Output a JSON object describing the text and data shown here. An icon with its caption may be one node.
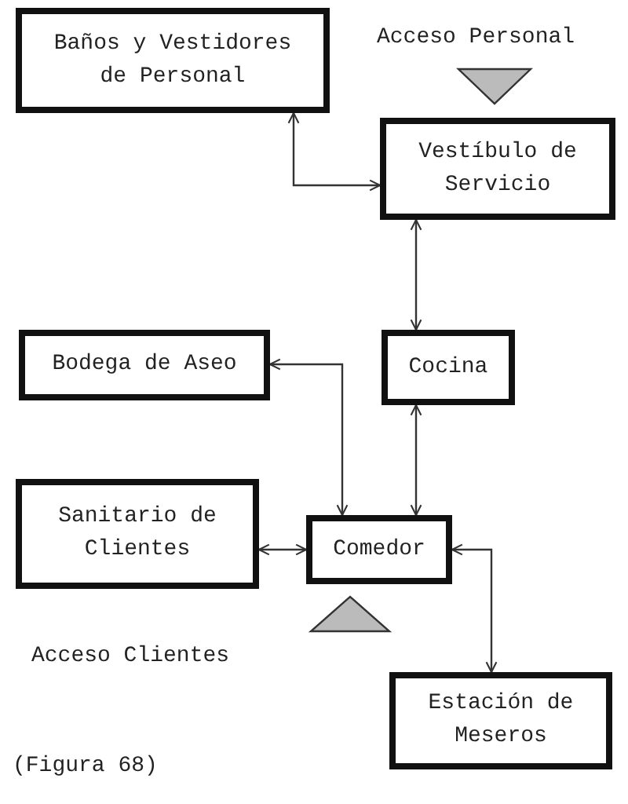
{
  "diagram": {
    "caption": "(Figura 68)",
    "nodes": [
      {
        "text": [
          "Baños y Vestidores de Personal"
        ]
      },
      {
        "text": [
          "Vestíbulo de Servicio"
        ]
      },
      {
        "text": [
          "Bodega de Aseo"
        ]
      },
      {
        "text": [
          "Cocina"
        ]
      },
      {
        "text": [
          "Sanitario de Clientes"
        ]
      },
      {
        "text": [
          "Comedor"
        ]
      },
      {
        "text": [
          "Estación de Meseros"
        ]
      }
    ],
    "edges": [
      {
        "from": 0,
        "to": 1,
        "arrow": "both"
      },
      {
        "from": 1,
        "to": 3,
        "arrow": "both"
      },
      {
        "from": 2,
        "to": 5,
        "arrow": "both"
      },
      {
        "from": 3,
        "to": 5,
        "arrow": "both"
      },
      {
        "from": 4,
        "to": 5,
        "arrow": "both"
      },
      {
        "from": 5,
        "to": 6,
        "arrow": "both"
      }
    ],
    "labels": [
      "Acceso Personal",
      "Acceso Clientes"
    ]
  }
}
